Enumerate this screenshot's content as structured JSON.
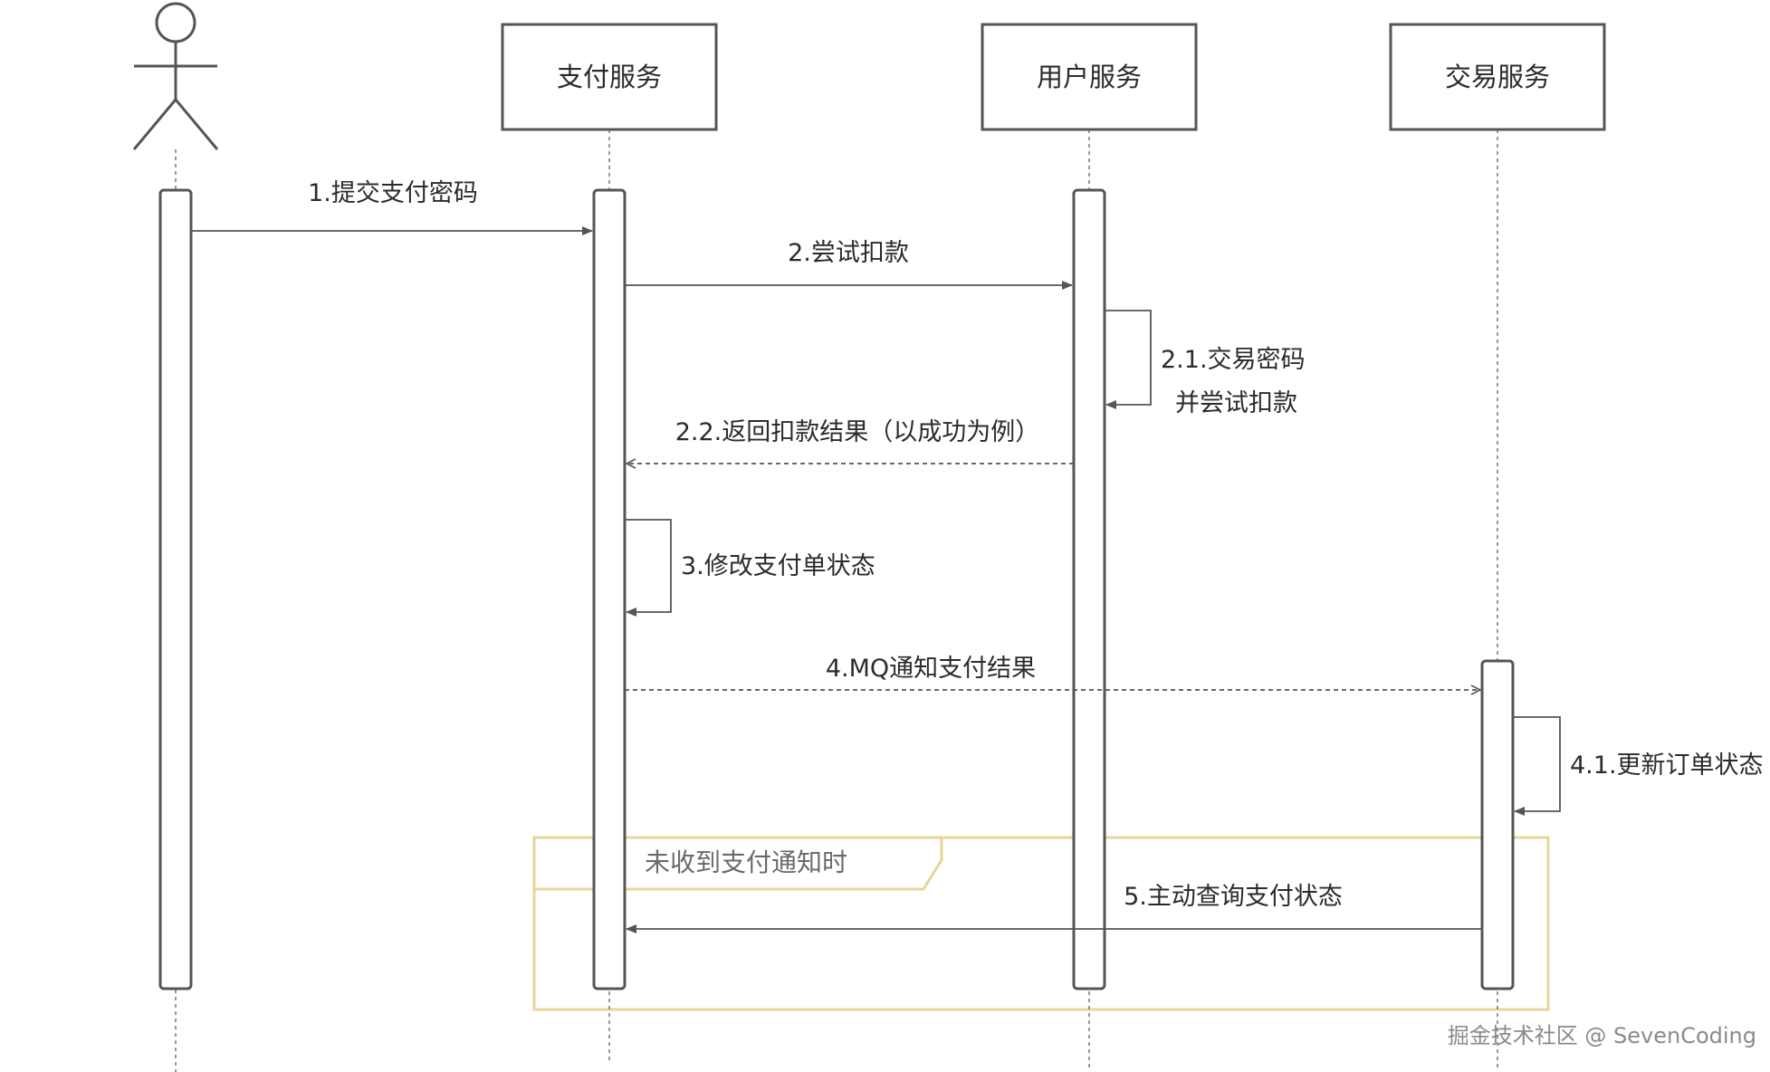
{
  "participants": {
    "actor": {
      "name": ""
    },
    "pay": {
      "name": "支付服务"
    },
    "user": {
      "name": "用户服务"
    },
    "trade": {
      "name": "交易服务"
    }
  },
  "messages": {
    "m1": "1.提交支付密码",
    "m2": "2.尝试扣款",
    "m21_line1": "2.1.交易密码",
    "m21_line2": "并尝试扣款",
    "m22": "2.2.返回扣款结果（以成功为例）",
    "m3": "3.修改支付单状态",
    "m4": "4.MQ通知支付结果",
    "m41": "4.1.更新订单状态",
    "m5": "5.主动查询支付状态"
  },
  "fragment": {
    "label": "未收到支付通知时"
  },
  "watermark": "掘金技术社区 @ SevenCoding",
  "colors": {
    "line": "#555555",
    "fragment": "#e6d49a",
    "text": "#2b2b2b"
  }
}
